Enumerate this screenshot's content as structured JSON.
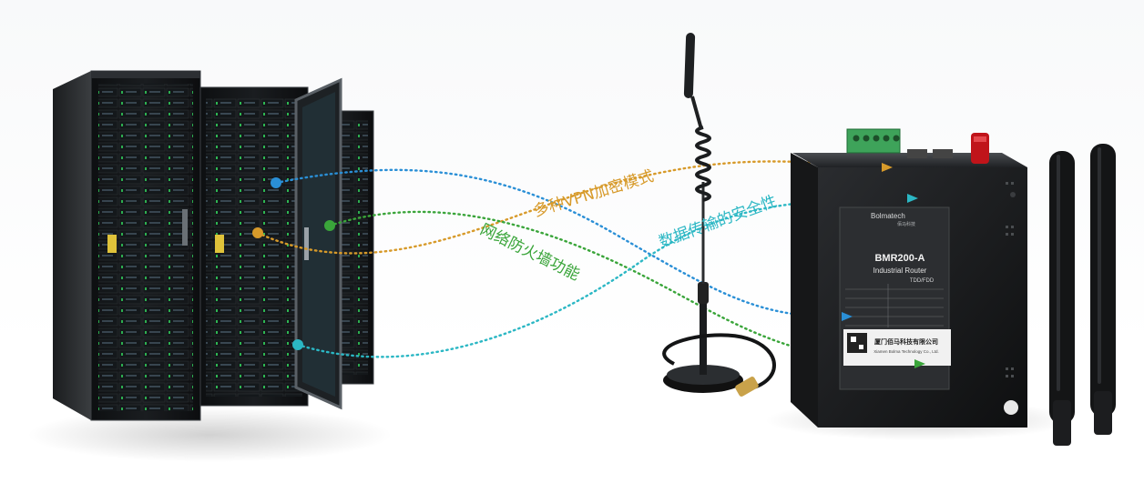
{
  "features": {
    "vpn": "多种VPN加密模式",
    "transmission": "数据传输的安全性",
    "firewall": "网络防火墙功能"
  },
  "router": {
    "brand": "Bolmatech",
    "brand_cn": "佰马科技",
    "model": "BMR200-A",
    "type": "Industrial Router",
    "network": "TDD/FDD",
    "company_cn": "厦门佰马科技有限公司",
    "company_en": "Xiamen Bolma Technology Co., Ltd."
  },
  "colors": {
    "vpn": "#d79a2a",
    "transmission": "#2bb7c4",
    "firewall": "#3aa53a",
    "blue_link": "#2a8fd6"
  },
  "icons": {
    "server": "server-rack-icon",
    "router": "industrial-router-icon",
    "antenna": "antenna-icon"
  }
}
